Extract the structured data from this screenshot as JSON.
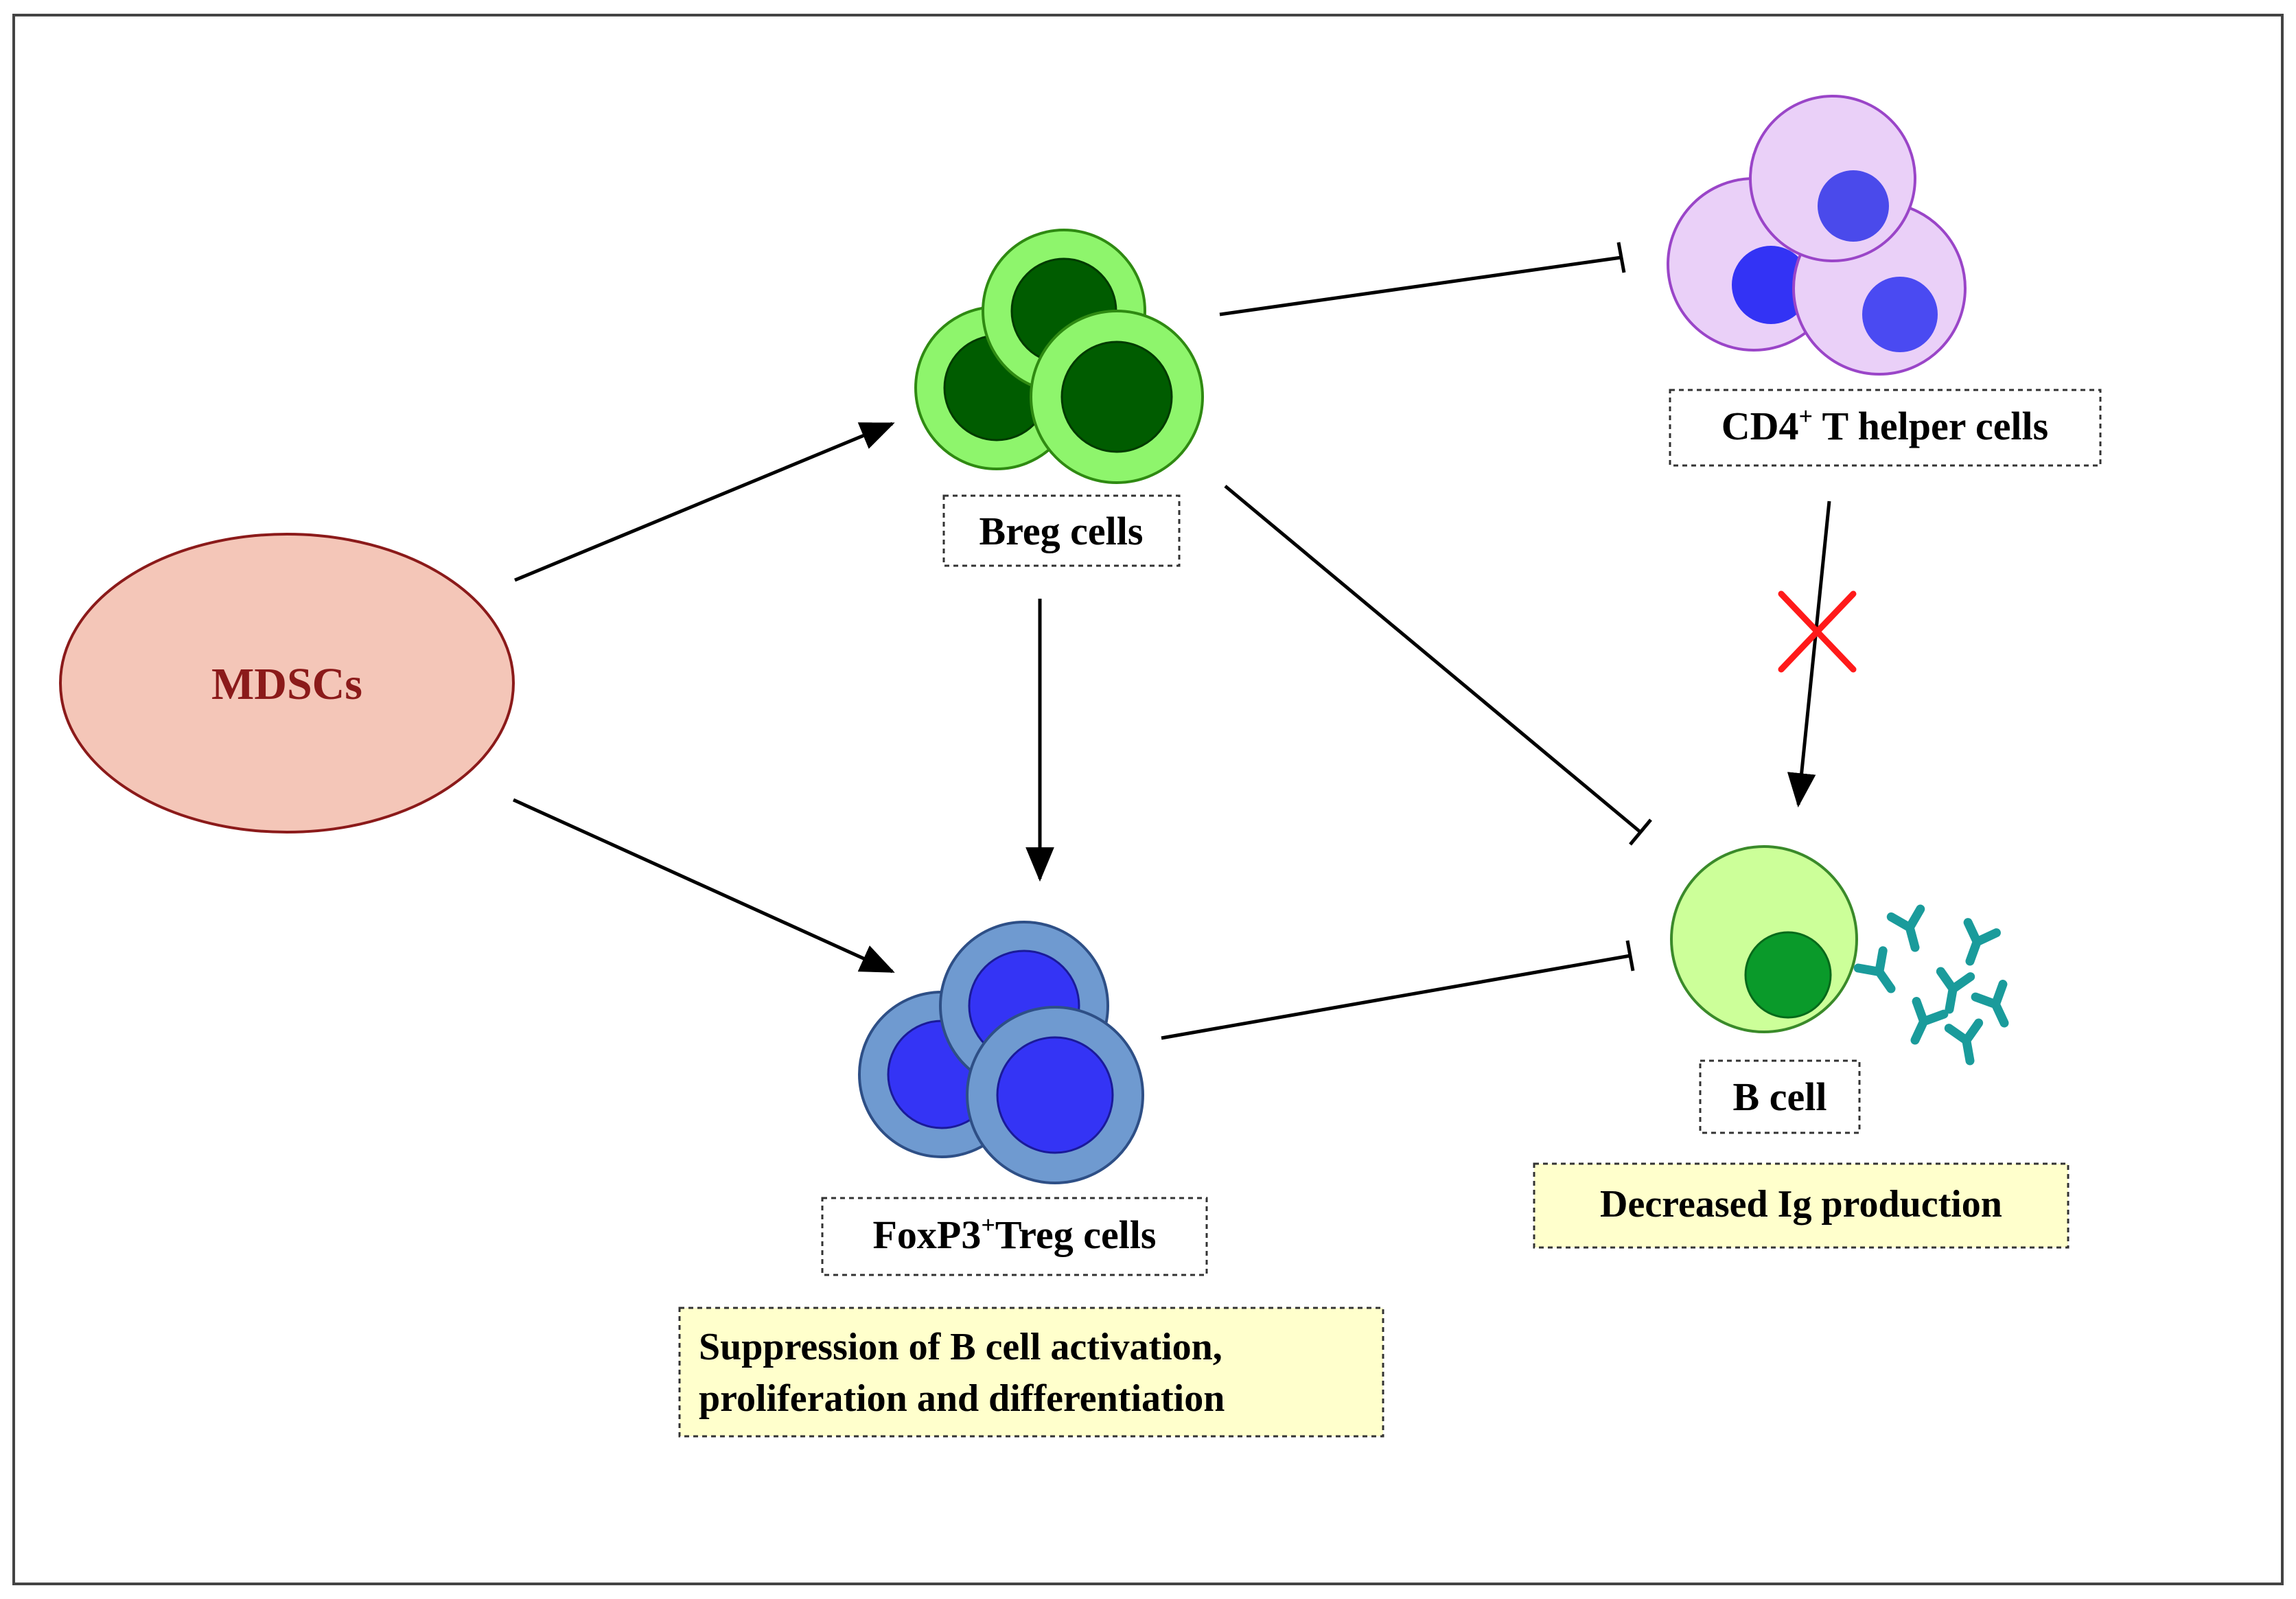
{
  "nodes": {
    "mdscs": {
      "label": "MDSCs"
    },
    "breg": {
      "label": "Breg cells"
    },
    "cd4": {
      "label_main": "CD4",
      "label_sup": "+",
      "label_rest": " T helper cells"
    },
    "treg": {
      "label_main": "FoxP3",
      "label_sup": "+",
      "label_rest": "Treg cells"
    },
    "bcell": {
      "label": "B cell"
    }
  },
  "notes": {
    "treg_effect": {
      "line1": "Suppression of B cell activation,",
      "line2": "proliferation and differentiation"
    },
    "bcell_effect": {
      "line1": "Decreased Ig production"
    }
  },
  "edges": [
    {
      "from": "MDSCs",
      "to": "Breg cells",
      "type": "activation"
    },
    {
      "from": "MDSCs",
      "to": "FoxP3+Treg cells",
      "type": "activation"
    },
    {
      "from": "Breg cells",
      "to": "FoxP3+Treg cells",
      "type": "activation"
    },
    {
      "from": "Breg cells",
      "to": "CD4+ T helper cells",
      "type": "inhibition"
    },
    {
      "from": "Breg cells",
      "to": "B cell",
      "type": "inhibition"
    },
    {
      "from": "FoxP3+Treg cells",
      "to": "B cell",
      "type": "inhibition"
    },
    {
      "from": "CD4+ T helper cells",
      "to": "B cell",
      "type": "blocked"
    }
  ],
  "colors": {
    "mdsc_fill": "#f4c6b8",
    "mdsc_text": "#8b1a1a",
    "breg_outer": "#8ef56c",
    "breg_inner": "#005c00",
    "treg_outer": "#6f9ad0",
    "treg_inner": "#3434f5",
    "th_outer": "#ead0f8",
    "th_inner": "#4545f0",
    "bcell_outer": "#ccff99",
    "bcell_inner": "#0a9a2a",
    "antibody": "#1a9b9b",
    "note_fill": "#ffffcc",
    "block_mark": "#ff1a1a"
  }
}
